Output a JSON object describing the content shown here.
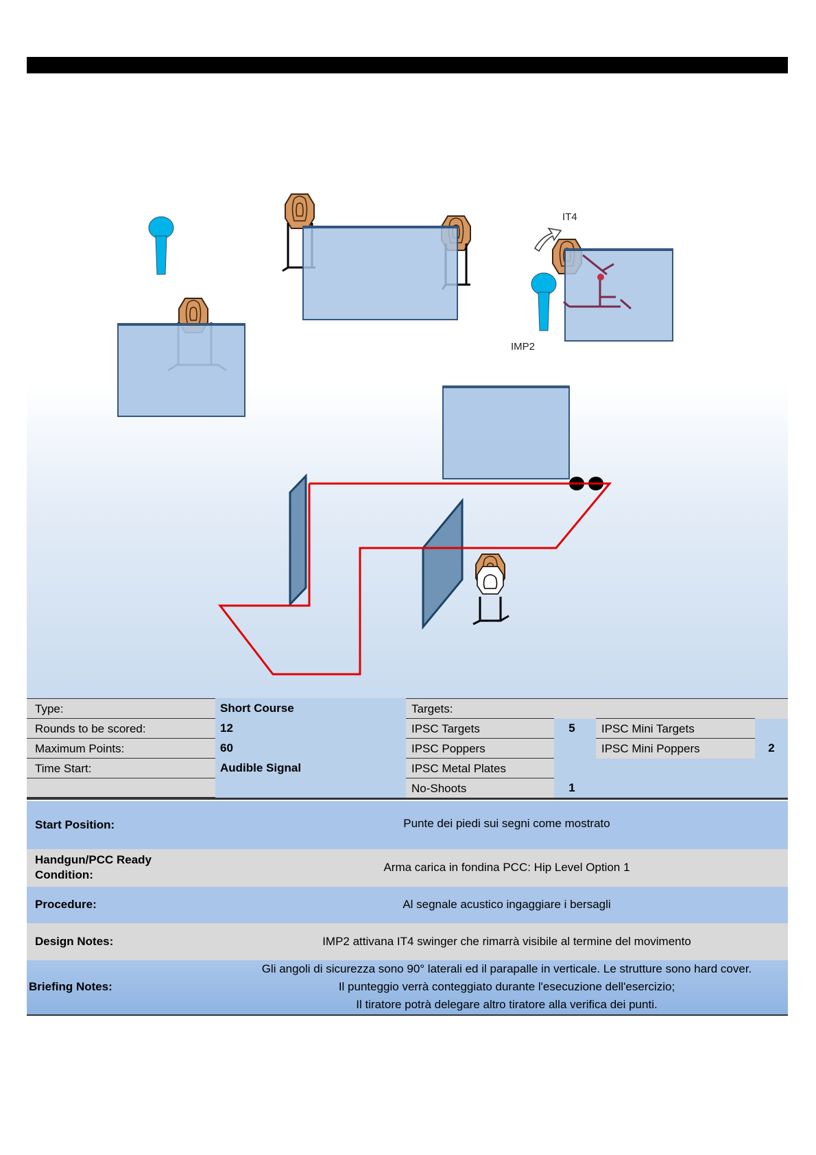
{
  "diagram": {
    "labels": {
      "swinger": "IT4",
      "activator": "IMP2"
    },
    "colors": {
      "path": "#e00000",
      "wall": "#a8c4e4",
      "wall_edge": "#35577e",
      "popper": "#00b4ea",
      "target": "#d7975f",
      "glass": "#6f94b6"
    }
  },
  "info": {
    "type_label": "Type:",
    "type_value": "Short Course",
    "rounds_label": "Rounds to be scored:",
    "rounds_value": "12",
    "points_label": "Maximum Points:",
    "points_value": "60",
    "start_label": "Time Start:",
    "start_value": "Audible Signal",
    "targets_label": "Targets:",
    "ipsc_targets_label": "IPSC Targets",
    "ipsc_targets_value": "5",
    "ipsc_poppers_label": "IPSC Poppers",
    "ipsc_plates_label": "IPSC Metal Plates",
    "no_shoots_label": "No-Shoots",
    "no_shoots_value": "1",
    "mini_targets_label": "IPSC Mini Targets",
    "mini_poppers_label": "IPSC Mini Poppers",
    "mini_poppers_value": "2"
  },
  "notes": {
    "start_position_label": "Start Position:",
    "start_position_value": "Punte dei piedi sui segni come mostrato",
    "ready_label_1": "Handgun/PCC Ready",
    "ready_label_2": "Condition:",
    "ready_value": "Arma carica in fondina PCC: Hip Level Option 1",
    "procedure_label": "Procedure:",
    "procedure_value": "Al segnale acustico ingaggiare i bersagli",
    "design_label": "Design Notes:",
    "design_value": "IMP2 attivana IT4 swinger che rimarrà visibile al termine del movimento",
    "briefing_label": "Briefing Notes:",
    "briefing_line_1": "Gli angoli di sicurezza sono 90° laterali ed il parapalle in verticale. Le strutture sono hard cover.",
    "briefing_line_2": "Il punteggio verrà conteggiato durante l'esecuzione dell'esercizio;",
    "briefing_line_3": "Il tiratore potrà delegare altro tiratore alla verifica dei punti."
  }
}
